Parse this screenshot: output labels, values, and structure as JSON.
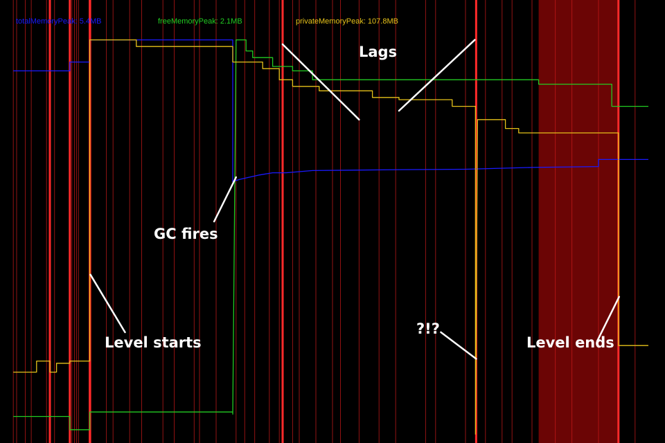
{
  "chart_data": {
    "type": "line",
    "title": "",
    "xlabel": "",
    "ylabel": "",
    "grid": false,
    "legend_placement": "top",
    "x_range": [
      0,
      1000
    ],
    "y_range": [
      0,
      100
    ],
    "colors": {
      "background": "#000000",
      "marker_thin": "#c41a1a",
      "marker_thick": "#ff2a2a",
      "highlight_band": "#6b0505",
      "annotation_text": "#ffffff"
    },
    "legend": [
      {
        "key": "total",
        "label": "totalMemoryPeak: 5.4MB",
        "color": "#1a1aff"
      },
      {
        "key": "free",
        "label": "freeMemoryPeak: 2.1MB",
        "color": "#22cc22"
      },
      {
        "key": "private",
        "label": "privateMemoryPeak: 107.8MB",
        "color": "#e6c21a"
      }
    ],
    "series": [
      {
        "key": "total",
        "color": "#1a1aff",
        "points": [
          [
            20,
            84
          ],
          [
            105,
            84
          ],
          [
            105,
            86
          ],
          [
            135,
            86
          ],
          [
            135,
            91
          ],
          [
            210,
            91
          ],
          [
            350,
            91
          ],
          [
            350,
            59
          ],
          [
            360,
            59.5
          ],
          [
            375,
            60
          ],
          [
            390,
            60.5
          ],
          [
            410,
            61
          ],
          [
            430,
            61
          ],
          [
            470,
            61.5
          ],
          [
            600,
            61.7
          ],
          [
            700,
            61.8
          ],
          [
            800,
            62.2
          ],
          [
            900,
            62.4
          ],
          [
            900,
            64
          ],
          [
            975,
            64
          ]
        ]
      },
      {
        "key": "free",
        "color": "#22cc22",
        "points": [
          [
            20,
            6
          ],
          [
            105,
            6
          ],
          [
            105,
            3
          ],
          [
            135,
            3
          ],
          [
            135,
            7
          ],
          [
            210,
            7
          ],
          [
            350,
            7
          ],
          [
            350,
            6.5
          ],
          [
            355,
            91
          ],
          [
            370,
            91
          ],
          [
            370,
            88.5
          ],
          [
            380,
            88.5
          ],
          [
            380,
            87
          ],
          [
            410,
            87
          ],
          [
            410,
            85
          ],
          [
            440,
            85
          ],
          [
            440,
            84
          ],
          [
            470,
            84
          ],
          [
            470,
            82
          ],
          [
            810,
            82
          ],
          [
            810,
            81
          ],
          [
            920,
            81
          ],
          [
            920,
            76
          ],
          [
            975,
            76
          ]
        ]
      },
      {
        "key": "private",
        "color": "#e6c21a",
        "points": [
          [
            20,
            16
          ],
          [
            55,
            16
          ],
          [
            55,
            18.5
          ],
          [
            75,
            18.5
          ],
          [
            75,
            16
          ],
          [
            85,
            16
          ],
          [
            85,
            18
          ],
          [
            105,
            18
          ],
          [
            105,
            18.5
          ],
          [
            135,
            18.5
          ],
          [
            135,
            91
          ],
          [
            205,
            91
          ],
          [
            205,
            89.5
          ],
          [
            350,
            89.5
          ],
          [
            350,
            86
          ],
          [
            395,
            86
          ],
          [
            395,
            84.5
          ],
          [
            420,
            84.5
          ],
          [
            420,
            82
          ],
          [
            440,
            82
          ],
          [
            440,
            80.5
          ],
          [
            480,
            80.5
          ],
          [
            480,
            79.5
          ],
          [
            560,
            79.5
          ],
          [
            560,
            78
          ],
          [
            600,
            78
          ],
          [
            600,
            77.5
          ],
          [
            680,
            77.5
          ],
          [
            680,
            76
          ],
          [
            715,
            76
          ],
          [
            715,
            2
          ],
          [
            718,
            73
          ],
          [
            760,
            73
          ],
          [
            760,
            71
          ],
          [
            780,
            71
          ],
          [
            780,
            70
          ],
          [
            930,
            70
          ],
          [
            930,
            22
          ],
          [
            975,
            22
          ]
        ]
      }
    ],
    "event_markers_thin": [
      20,
      25,
      38,
      47,
      70,
      82,
      108,
      112,
      115,
      118,
      137,
      160,
      170,
      195,
      213,
      245,
      262,
      292,
      300,
      325,
      355,
      368,
      383,
      405,
      420,
      440,
      450,
      475,
      500,
      512,
      540,
      570,
      595,
      640,
      655,
      700,
      730,
      755,
      770,
      800,
      835,
      860,
      900,
      955
    ],
    "event_markers_thick": [
      75,
      105,
      135,
      425,
      716,
      930
    ],
    "highlight_band": [
      810,
      930
    ],
    "annotations": [
      {
        "label": "Lags",
        "arrows": [
          [
            [
              540,
              73
            ],
            [
              425,
              90
            ]
          ],
          [
            [
              600,
              75
            ],
            [
              714,
              91
            ]
          ]
        ]
      },
      {
        "label": "GC fires",
        "arrows": [
          [
            [
              322,
              50
            ],
            [
              355,
              60
            ]
          ]
        ]
      },
      {
        "label": "Level starts",
        "arrows": [
          [
            [
              188,
              25
            ],
            [
              136,
              38
            ]
          ]
        ]
      },
      {
        "label": "?!?",
        "arrows": [
          [
            [
              663,
              25
            ],
            [
              716,
              19
            ]
          ]
        ]
      },
      {
        "label": "Level ends",
        "arrows": [
          [
            [
              898,
              23
            ],
            [
              931,
              33
            ]
          ]
        ]
      }
    ]
  }
}
